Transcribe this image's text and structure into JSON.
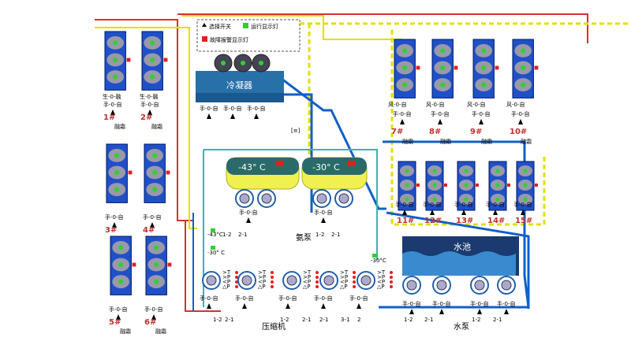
{
  "legend": {
    "switch": "选择开关",
    "run_light": "运行显示灯",
    "fault_light": "故障报警显示灯"
  },
  "condenser_label": "冷凝器",
  "tank_left_temp": "-43° C",
  "tank_right_temp": "-30° C",
  "water_tank_label": "水池",
  "ammonia_pump_label": "氨泵",
  "compressor_label": "压缩机",
  "water_pump_label": "水泵",
  "switch_text": "手-0-自",
  "fan_text": "风-0-自",
  "defrost_text": "融霜",
  "left_units": [
    {
      "code": "1#",
      "label": "生-0-融"
    },
    {
      "code": "2#",
      "label": "生-0-融"
    },
    {
      "code": "3#",
      "label": ""
    },
    {
      "code": "4#",
      "label": ""
    },
    {
      "code": "5#",
      "label": ""
    },
    {
      "code": "6#",
      "label": ""
    }
  ],
  "right_units": [
    "7#",
    "8#",
    "9#",
    "10#",
    "11#",
    "12#",
    "13#",
    "14#",
    "15#"
  ],
  "ammonia_pump_nums": [
    "1-2",
    "2-1",
    "1-2",
    "2-1"
  ],
  "compressor_nums": [
    "1-2",
    "2-1",
    "1-2",
    "2-1",
    "2-1",
    "3-1",
    "2"
  ],
  "water_pump_nums": [
    "1-2",
    "2-1",
    "1-2",
    "2-1"
  ],
  "readouts": {
    "l1": "-43°C",
    "l2": "-30° C",
    "r1": "-30°C"
  },
  "comp_signals": [
    ">T",
    ">P",
    "<P",
    "△P"
  ],
  "small_box": "[≡]",
  "colors": {
    "water": "#1060c8",
    "supply": "#e0e000",
    "return": "#d83030",
    "run": "#30d030",
    "fault": "#e02020",
    "gas": "#40b0b0"
  }
}
